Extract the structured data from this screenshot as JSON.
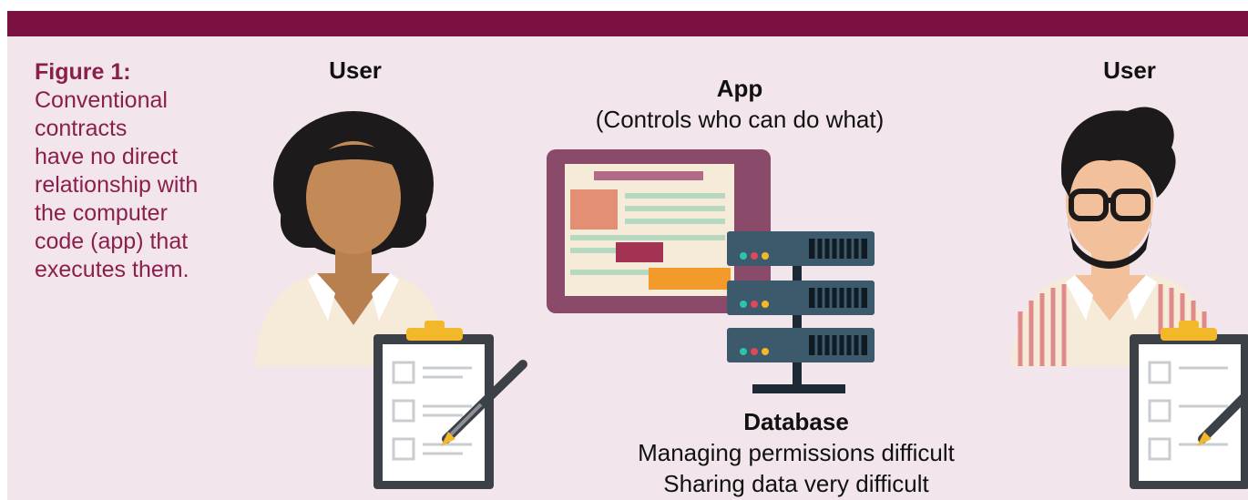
{
  "colors": {
    "bar": "#7b1140",
    "background": "#f2e6ec",
    "caption_text": "#8b1f4c",
    "monitor_frame": "#8a4a6a",
    "server_unit": "#3d5a6c",
    "accent_orange": "#f29b2a",
    "clipboard_clip": "#f3b82a"
  },
  "caption": {
    "title": "Figure 1:",
    "lines": [
      "Conventional",
      "contracts",
      "have no direct",
      "relationship with",
      "the computer",
      "code (app) that",
      "executes them."
    ]
  },
  "user_left": {
    "label": "User"
  },
  "user_right": {
    "label": "User"
  },
  "app": {
    "title": "App",
    "subtitle": "(Controls who can do what)"
  },
  "database": {
    "title": "Database",
    "line1": "Managing permissions difficult",
    "line2": "Sharing data very difficult"
  },
  "icons": [
    "person-woman-icon",
    "person-man-icon",
    "clipboard-icon",
    "pen-icon",
    "monitor-icon",
    "server-rack-icon"
  ]
}
